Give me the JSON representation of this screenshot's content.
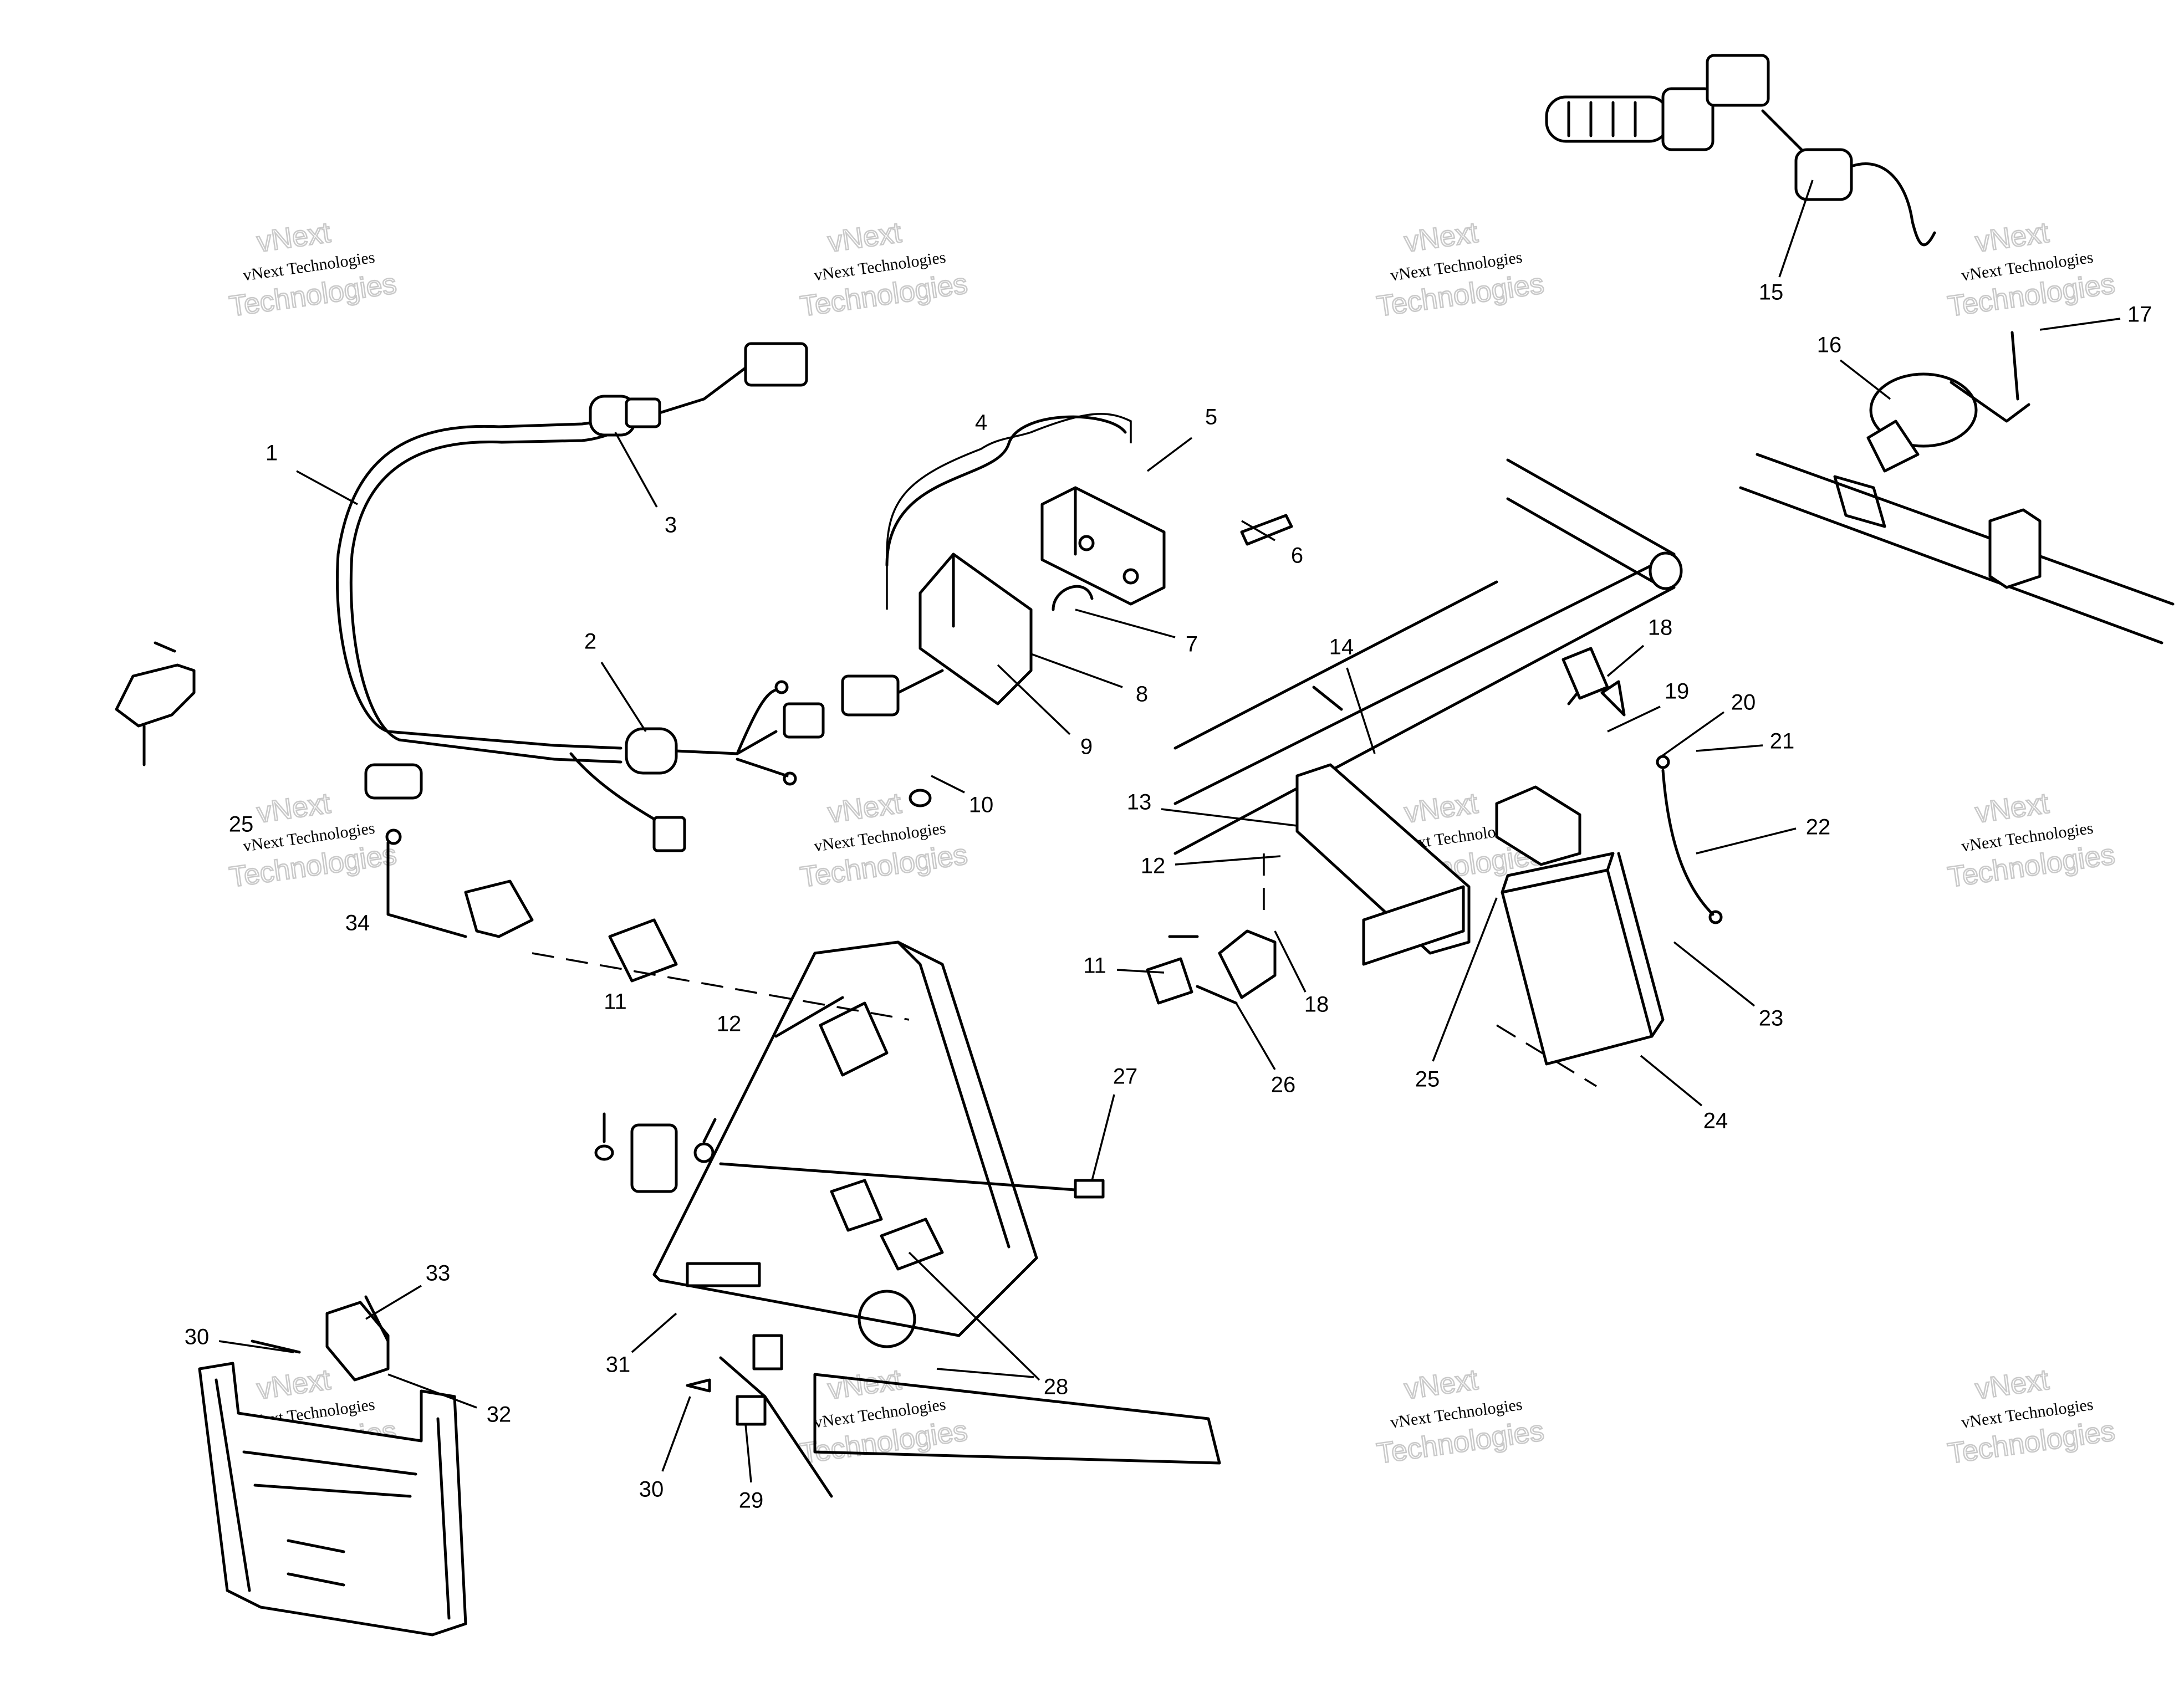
{
  "diagram": {
    "callouts": [
      {
        "id": "1",
        "label": "1"
      },
      {
        "id": "2",
        "label": "2"
      },
      {
        "id": "3",
        "label": "3"
      },
      {
        "id": "4",
        "label": "4"
      },
      {
        "id": "5",
        "label": "5"
      },
      {
        "id": "6",
        "label": "6"
      },
      {
        "id": "7",
        "label": "7"
      },
      {
        "id": "8",
        "label": "8"
      },
      {
        "id": "9",
        "label": "9"
      },
      {
        "id": "10",
        "label": "10"
      },
      {
        "id": "11a",
        "label": "11"
      },
      {
        "id": "11b",
        "label": "11"
      },
      {
        "id": "12a",
        "label": "12"
      },
      {
        "id": "12b",
        "label": "12"
      },
      {
        "id": "13",
        "label": "13"
      },
      {
        "id": "14",
        "label": "14"
      },
      {
        "id": "15",
        "label": "15"
      },
      {
        "id": "16",
        "label": "16"
      },
      {
        "id": "17",
        "label": "17"
      },
      {
        "id": "18a",
        "label": "18"
      },
      {
        "id": "18b",
        "label": "18"
      },
      {
        "id": "19",
        "label": "19"
      },
      {
        "id": "20",
        "label": "20"
      },
      {
        "id": "21",
        "label": "21"
      },
      {
        "id": "22",
        "label": "22"
      },
      {
        "id": "23",
        "label": "23"
      },
      {
        "id": "24",
        "label": "24"
      },
      {
        "id": "25a",
        "label": "25"
      },
      {
        "id": "25b",
        "label": "25"
      },
      {
        "id": "26",
        "label": "26"
      },
      {
        "id": "27",
        "label": "27"
      },
      {
        "id": "28",
        "label": "28"
      },
      {
        "id": "29",
        "label": "29"
      },
      {
        "id": "30a",
        "label": "30"
      },
      {
        "id": "30b",
        "label": "30"
      },
      {
        "id": "31",
        "label": "31"
      },
      {
        "id": "32",
        "label": "32"
      },
      {
        "id": "33",
        "label": "33"
      },
      {
        "id": "34",
        "label": "34"
      }
    ],
    "watermark": {
      "line1": "vNext",
      "line2": "vNext Technologies",
      "line3": "Technologies"
    }
  }
}
